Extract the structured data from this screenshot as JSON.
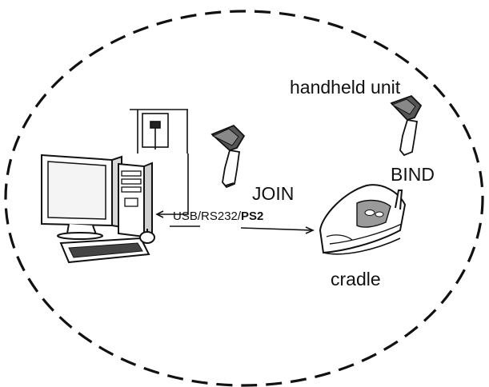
{
  "labels": {
    "handheld_unit": "handheld unit",
    "bind": "BIND",
    "join": "JOIN",
    "cradle": "cradle",
    "connection_prefix": "USB/RS232/",
    "connection_ps2": "PS2"
  },
  "colors": {
    "ink": "#111111",
    "background": "#ffffff",
    "shade": "#9a9a9a"
  },
  "icons": [
    "desktop-computer-icon",
    "wall-port-icon",
    "barcode-scanner-icon",
    "charging-cradle-icon"
  ]
}
